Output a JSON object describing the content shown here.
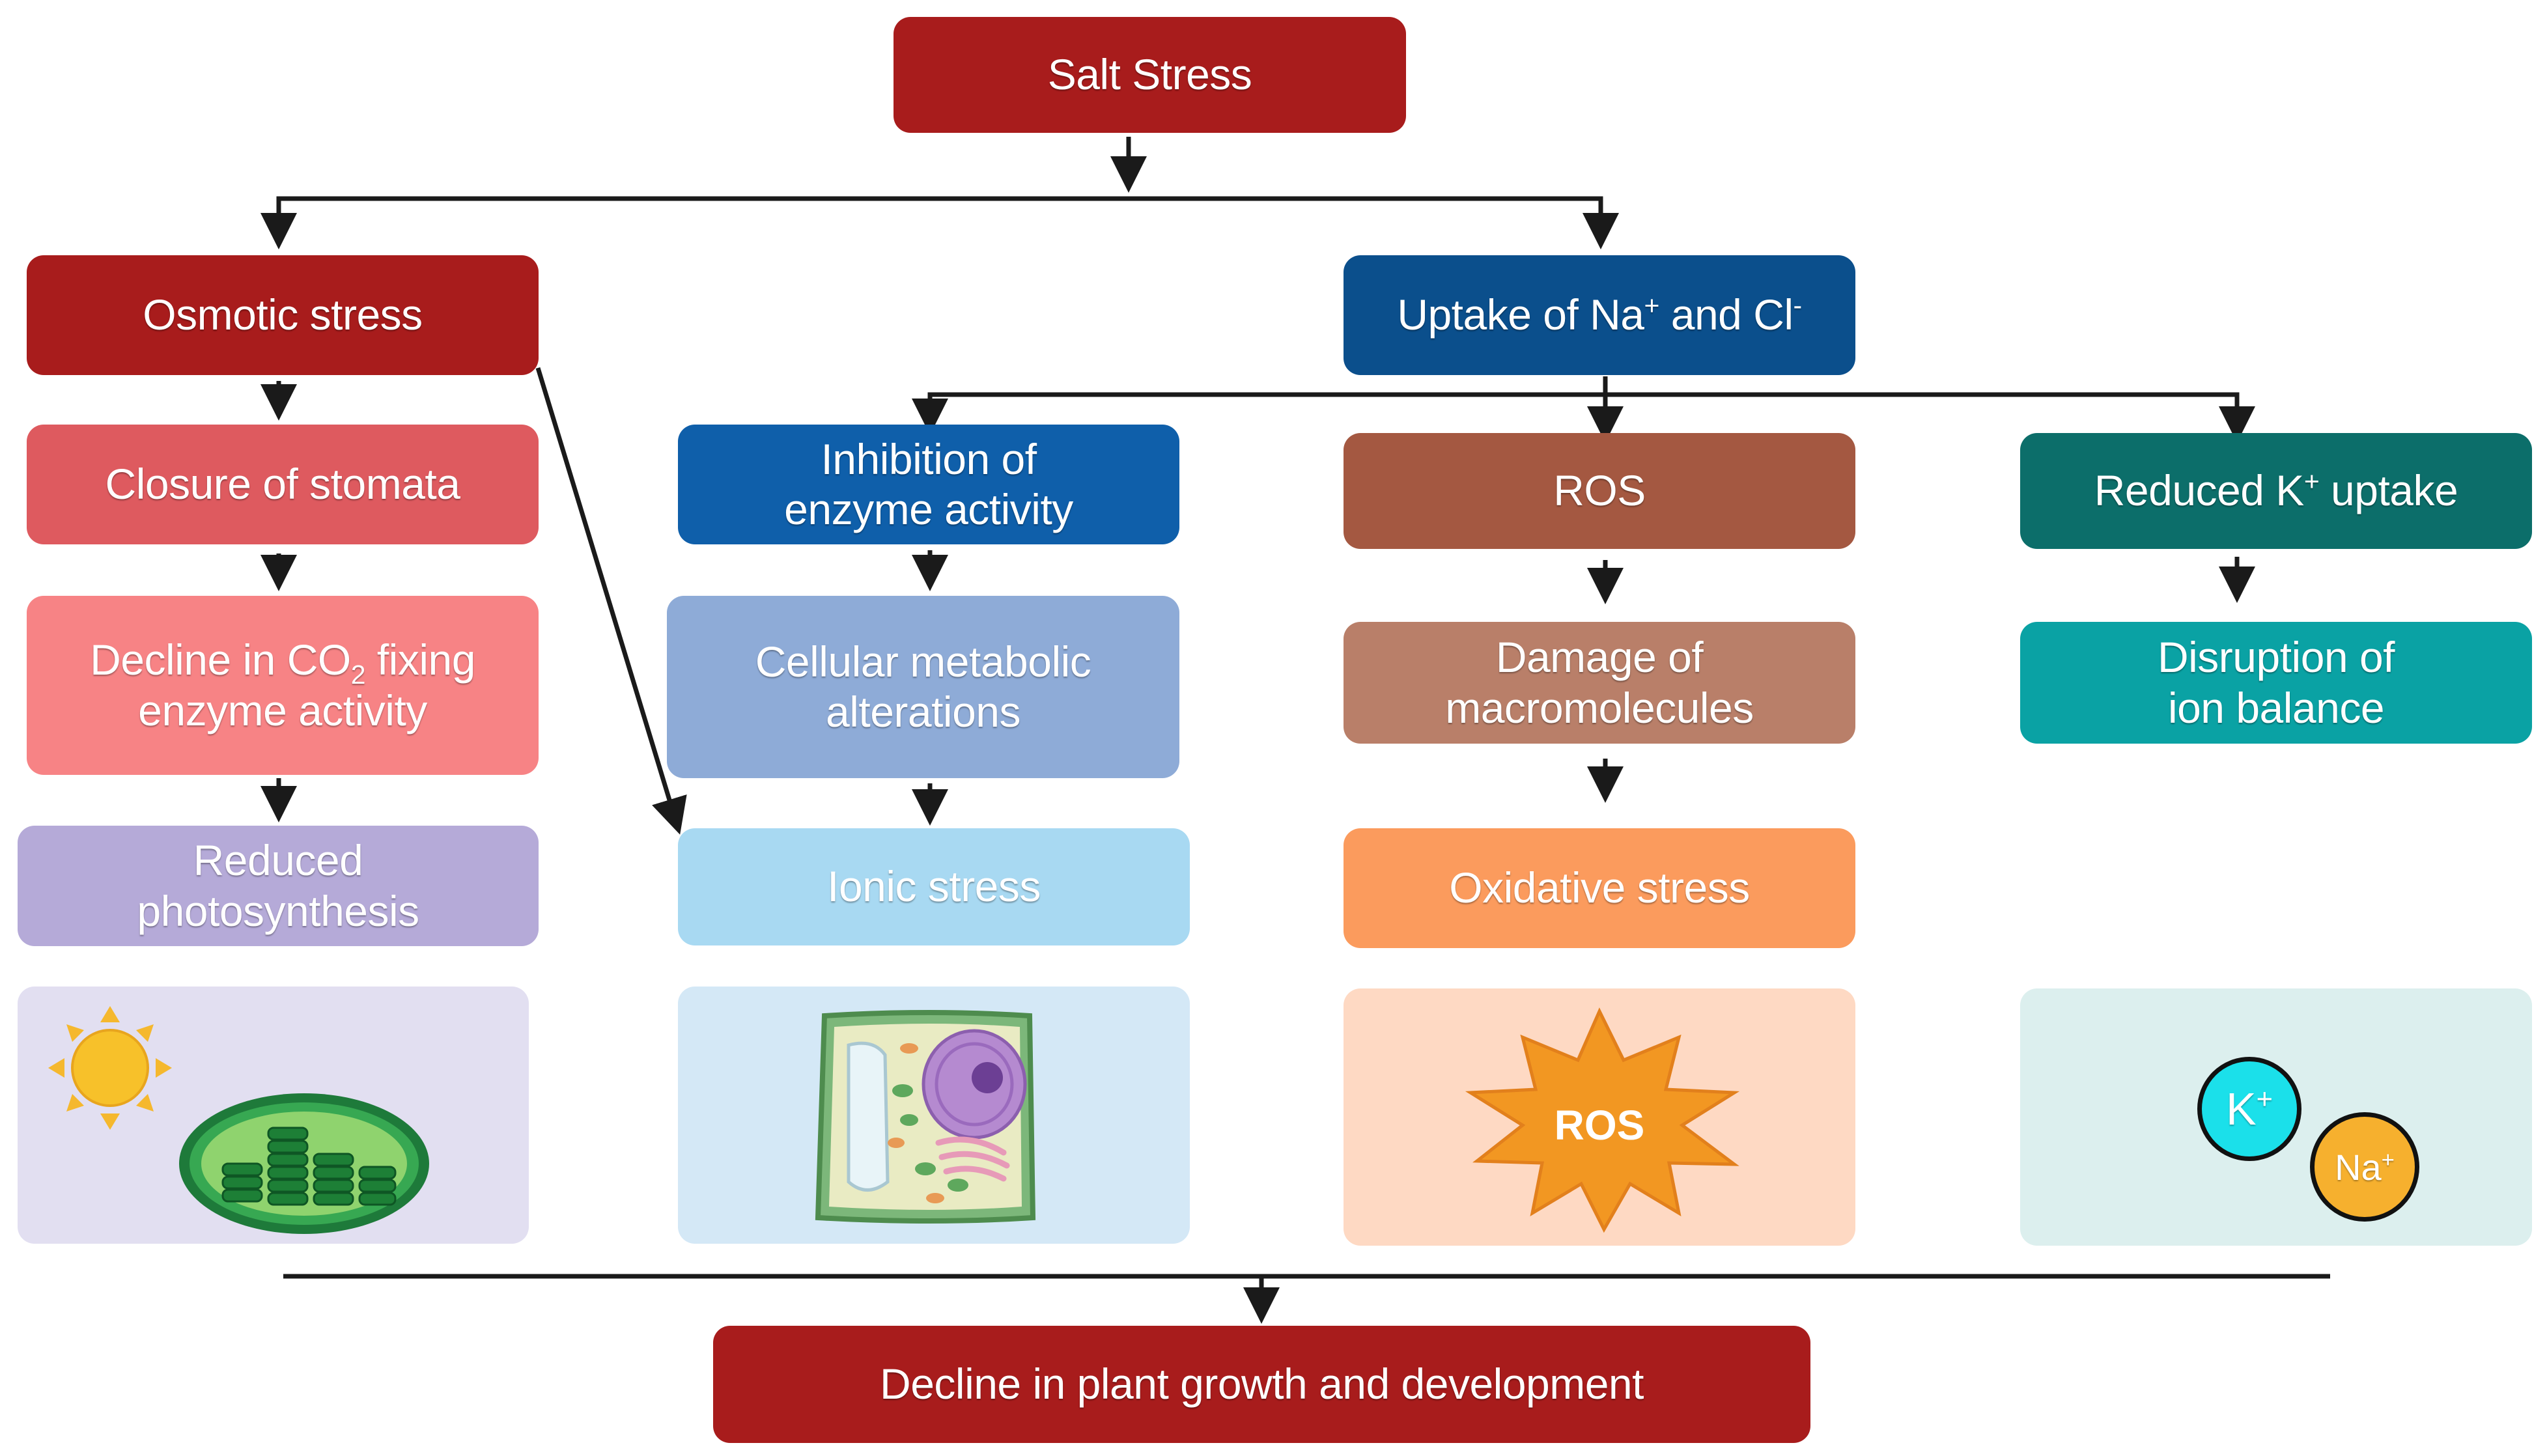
{
  "nodes": {
    "salt_stress": "Salt Stress",
    "osmotic_stress": "Osmotic stress",
    "uptake_pre": "Uptake of Na",
    "uptake_sup1": "+",
    "uptake_mid": " and Cl",
    "uptake_sup2": "-",
    "closure_stomata": "Closure of stomata",
    "decline_co2_pre": "Decline  in CO",
    "decline_co2_sub": "2",
    "decline_co2_post": " fixing",
    "decline_co2_line2": "enzyme activity",
    "reduced_photo_1": "Reduced",
    "reduced_photo_2": "photosynthesis",
    "inhibition_1": "Inhibition of",
    "inhibition_2": "enzyme activity",
    "cellular_1": "Cellular metabolic",
    "cellular_2": "alterations",
    "ionic_stress": "Ionic stress",
    "ros": "ROS",
    "damage_1": "Damage of",
    "damage_2": "macromolecules",
    "oxidative_stress": "Oxidative stress",
    "reduced_k_pre": "Reduced K",
    "reduced_k_sup": "+",
    "reduced_k_post": " uptake",
    "disruption_1": "Disruption of",
    "disruption_2": "ion balance",
    "decline_growth": "Decline in plant growth and development"
  },
  "illustrations": {
    "ros_burst_label": "ROS",
    "k_ion": "K",
    "k_ion_sup": "+",
    "na_ion": "Na",
    "na_ion_sup": "+",
    "icons": [
      "sun-icon",
      "chloroplast-icon",
      "plant-cell-icon",
      "ros-burst-icon",
      "potassium-ion-icon",
      "sodium-ion-icon"
    ]
  },
  "colors": {
    "dark_red": "#A81C1C",
    "dark_blue": "#0B4F8C",
    "coral_red": "#DE5A5F",
    "salmon": "#F78385",
    "lavender": "#B5AAD8",
    "blue": "#0F5FAA",
    "light_steel_blue": "#8EABD7",
    "light_sky_blue": "#A8D9F2",
    "brown": "#A45841",
    "light_brown": "#B97F69",
    "orange": "#FB9B5D",
    "dark_teal": "#0C6E6A",
    "teal": "#0AA2A4",
    "arrow": "#1a1a1a"
  }
}
